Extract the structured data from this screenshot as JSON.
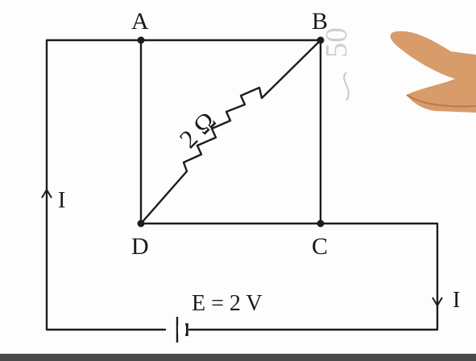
{
  "nodes": [
    "A",
    "B",
    "C",
    "D"
  ],
  "resistor": {
    "label": "2 Ω"
  },
  "battery": {
    "label": "E = 2 V"
  },
  "currents": {
    "left": "I",
    "right": "I"
  },
  "background_text": "50",
  "colors": {
    "ink": "#1c1c1c",
    "background": "#fdfdfd",
    "hand": "#d89b6a"
  }
}
